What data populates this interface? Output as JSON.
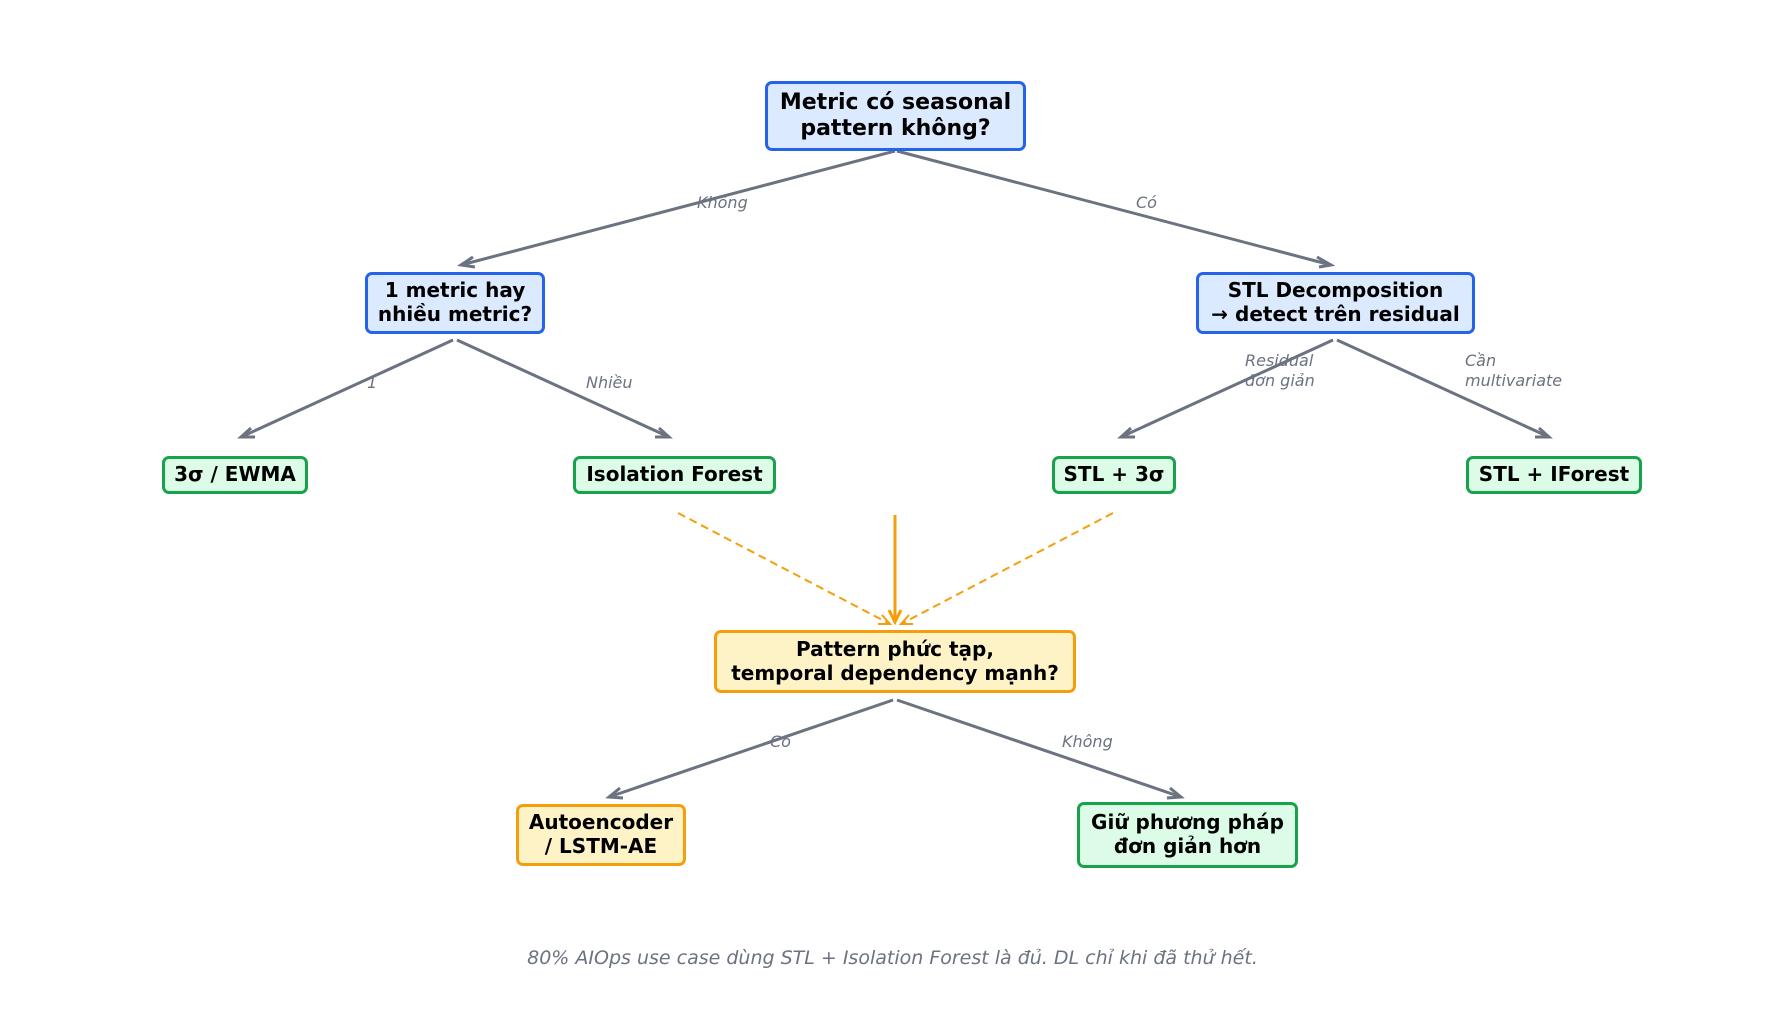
{
  "nodes": {
    "root": "Metric có seasonal\npattern không?",
    "single_multi": "1 metric hay\nnhiều metric?",
    "stl_decomp": "STL Decomposition\n→ detect trên residual",
    "sigma_ewma": "3σ / EWMA",
    "iforest": "Isolation Forest",
    "stl_3sigma": "STL + 3σ",
    "stl_iforest": "STL + IForest",
    "complex": "Pattern phức tạp,\ntemporal dependency mạnh?",
    "autoencoder": "Autoencoder\n/ LSTM-AE",
    "keep_simple": "Giữ phương pháp\nđơn giản hơn"
  },
  "edges": {
    "root_no": "Không",
    "root_yes": "Có",
    "one": "1",
    "many": "Nhiều",
    "residual_simple": "Residual\nđơn giản",
    "need_multivariate": "Cần\nmultivariate",
    "complex_yes": "Có",
    "complex_no": "Không"
  },
  "footer": "80% AIOps use case dùng STL + Isolation Forest là đủ. DL chỉ khi đã thử hết.",
  "colors": {
    "blue_fill": "#dbeafe",
    "blue_border": "#2563eb",
    "green_fill": "#dcfce7",
    "green_border": "#16a34a",
    "yellow_fill": "#fef3c7",
    "yellow_border": "#f59e0b",
    "edge_gray": "#6b7280",
    "edge_orange": "#f59e0b"
  }
}
